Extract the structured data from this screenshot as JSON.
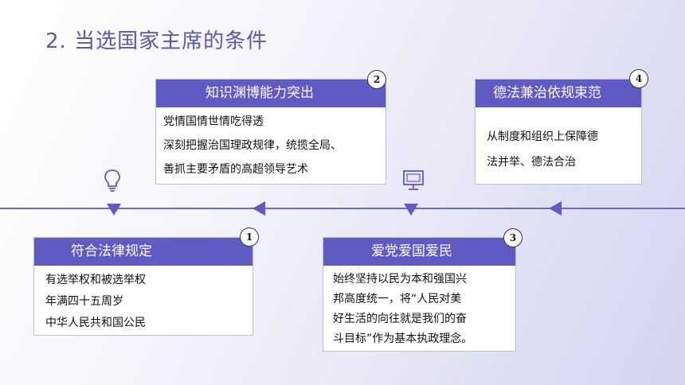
{
  "title": "2. 当选国家主席的条件",
  "cards": [
    {
      "num": "1",
      "heading": "符合法律规定",
      "lines": [
        "有选举权和被选举权",
        "年满四十五周岁",
        "中华人民共和国公民"
      ]
    },
    {
      "num": "2",
      "heading": "知识渊博能力突出",
      "lines": [
        "党情国情世情吃得透",
        "深刻把握治国理政规律，统揽全局、",
        "善抓主要矛盾的高超领导艺术"
      ]
    },
    {
      "num": "3",
      "heading": "爱党爱国爱民",
      "lines": [
        "始终坚持以民为本和强国兴",
        "邦高度统一，将“人民对美",
        "好生活的向往就是我们的奋",
        "斗目标”作为基本执政理念。"
      ]
    },
    {
      "num": "4",
      "heading": "德法兼治依规束范",
      "lines": [
        "从制度和组织上保障德",
        "法并举、德法合治"
      ]
    }
  ],
  "colors": {
    "accent": "#5f5ac4",
    "title": "#5b55b8",
    "line": "#6e68c9"
  },
  "icons": [
    "lightbulb-icon",
    "monitor-icon"
  ]
}
